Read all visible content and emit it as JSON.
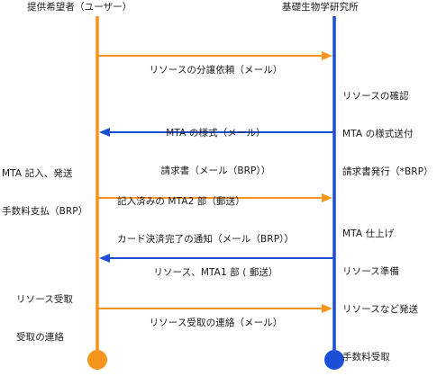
{
  "participants": {
    "left": {
      "name": "提供希望者（ユーザー）",
      "color": "#f7941d"
    },
    "right": {
      "name": "基礎生物学研究所",
      "color": "#1a4fd6"
    }
  },
  "messages": [
    {
      "from": "left",
      "to": "right",
      "lines": [
        "リソースの分譲依頼（メール）"
      ]
    },
    {
      "from": "right",
      "to": "left",
      "lines": [
        "MTA の様式（メール）",
        "請求書（メール（BRP））"
      ]
    },
    {
      "from": "left",
      "to": "right",
      "lines": [
        "記入済みの MTA2 部（郵送）",
        "カード決済完了の通知（メール（BRP））"
      ]
    },
    {
      "from": "right",
      "to": "left",
      "lines": [
        "リソース、MTA1 部 ( 郵送）"
      ]
    },
    {
      "from": "left",
      "to": "right",
      "lines": [
        "リソース受取の連絡（メール）"
      ]
    }
  ],
  "left_notes": [
    {
      "lines": [
        "MTA 記入、発送",
        "手数料支払（BRP）"
      ]
    },
    {
      "lines": [
        "リソース受取",
        "受取の連絡"
      ]
    }
  ],
  "right_notes": [
    {
      "lines": [
        "リソースの確認",
        "MTA の様式送付",
        "請求書発行（*BRP）"
      ]
    },
    {
      "lines": [
        "MTA 仕上げ",
        "リソース準備",
        "リソースなど発送"
      ]
    },
    {
      "lines": [
        "手数料受取"
      ]
    }
  ]
}
